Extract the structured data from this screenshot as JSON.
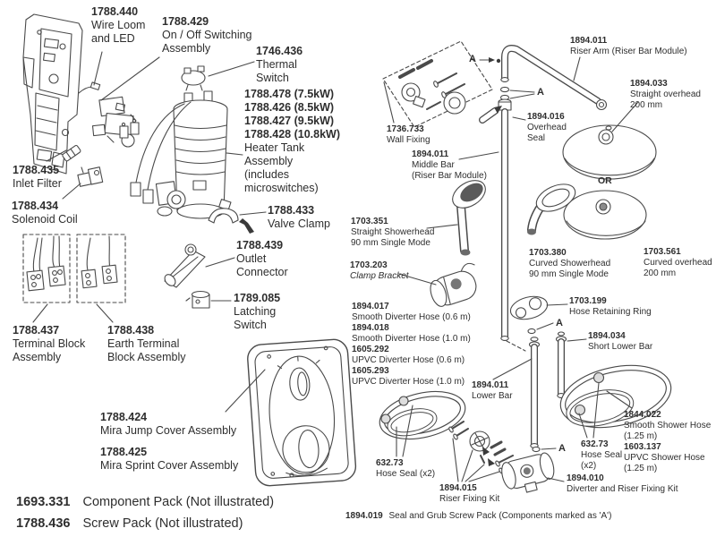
{
  "colors": {
    "background": "#ffffff",
    "line": "#4a4a4a",
    "text": "#2e2e2e"
  },
  "markers": {
    "a": "A",
    "or": "OR"
  },
  "labels": {
    "wire_loom": {
      "part": "1788.440",
      "desc": "Wire Loom\nand LED"
    },
    "on_off": {
      "part": "1788.429",
      "desc": "On / Off Switching\nAssembly"
    },
    "thermal": {
      "part": "1746.436",
      "desc": "Thermal\nSwitch"
    },
    "heater_tank": {
      "part": "1788.478 (7.5kW)\n1788.426 (8.5kW)\n1788.427 (9.5kW)\n1788.428 (10.8kW)",
      "desc": "Heater Tank\nAssembly\n(includes\nmicroswitches)"
    },
    "inlet_filter": {
      "part": "1788.435",
      "desc": "Inlet Filter"
    },
    "solenoid_coil": {
      "part": "1788.434",
      "desc": "Solenoid Coil"
    },
    "valve_clamp": {
      "part": "1788.433",
      "desc": "Valve Clamp"
    },
    "outlet_connector": {
      "part": "1788.439",
      "desc": "Outlet\nConnector"
    },
    "latching_switch": {
      "part": "1789.085",
      "desc": "Latching\nSwitch"
    },
    "terminal_block": {
      "part": "1788.437",
      "desc": "Terminal Block\nAssembly"
    },
    "earth_terminal": {
      "part": "1788.438",
      "desc": "Earth Terminal\nBlock Assembly"
    },
    "jump_cover": {
      "part": "1788.424",
      "desc": "Mira Jump Cover Assembly"
    },
    "sprint_cover": {
      "part": "1788.425",
      "desc": "Mira Sprint Cover Assembly"
    },
    "riser_arm": {
      "part": "1894.011",
      "desc": "Riser Arm (Riser Bar Module)"
    },
    "wall_fixing": {
      "part": "1736.733",
      "desc": "Wall Fixing"
    },
    "straight_overhead": {
      "part": "1894.033",
      "desc": "Straight overhead\n200 mm"
    },
    "overhead_seal": {
      "part": "1894.016",
      "desc": "Overhead\nSeal"
    },
    "middle_bar": {
      "part": "1894.011",
      "desc": "Middle Bar\n(Riser Bar Module)"
    },
    "straight_showerhead": {
      "part": "1703.351",
      "desc": "Straight Showerhead\n90 mm Single Mode"
    },
    "clamp_bracket": {
      "part": "1703.203",
      "desc": "Clamp Bracket"
    },
    "hose_smooth_06": {
      "part": "1894.017",
      "desc": "Smooth Diverter Hose (0.6 m)"
    },
    "hose_smooth_10": {
      "part": "1894.018",
      "desc": "Smooth Diverter Hose (1.0 m)"
    },
    "hose_upvc_06": {
      "part": "1605.292",
      "desc": "UPVC Diverter Hose (0.6 m)"
    },
    "hose_upvc_10": {
      "part": "1605.293",
      "desc": "UPVC Diverter Hose (1.0 m)"
    },
    "curved_showerhead": {
      "part": "1703.380",
      "desc": "Curved Showerhead\n90 mm Single Mode"
    },
    "curved_overhead": {
      "part": "1703.561",
      "desc": "Curved overhead\n200 mm"
    },
    "hose_retaining_ring": {
      "part": "1703.199",
      "desc": "Hose Retaining Ring"
    },
    "short_lower_bar": {
      "part": "1894.034",
      "desc": "Short Lower Bar"
    },
    "lower_bar": {
      "part": "1894.011",
      "desc": "Lower Bar"
    },
    "smooth_shower_hose": {
      "part": "1844.022",
      "desc": "Smooth Shower Hose\n(1.25 m)"
    },
    "upvc_shower_hose": {
      "part": "1603.137",
      "desc": "UPVC Shower Hose\n(1.25 m)"
    },
    "hose_seal_left": {
      "part": "632.73",
      "desc": "Hose Seal (x2)"
    },
    "hose_seal_right": {
      "part": "632.73",
      "desc": "Hose Seal\n(x2)"
    },
    "riser_fixing_kit": {
      "part": "1894.015",
      "desc": "Riser Fixing Kit"
    },
    "diverter_riser_kit": {
      "part": "1894.010",
      "desc": "Diverter and Riser Fixing Kit"
    }
  },
  "footer": {
    "component_pack": {
      "part": "1693.331",
      "desc": "Component Pack (Not illustrated)"
    },
    "screw_pack": {
      "part": "1788.436",
      "desc": "Screw Pack (Not illustrated)"
    },
    "seal_grub_pack": {
      "part": "1894.019",
      "desc": "Seal and Grub Screw Pack (Components marked as 'A')"
    }
  }
}
